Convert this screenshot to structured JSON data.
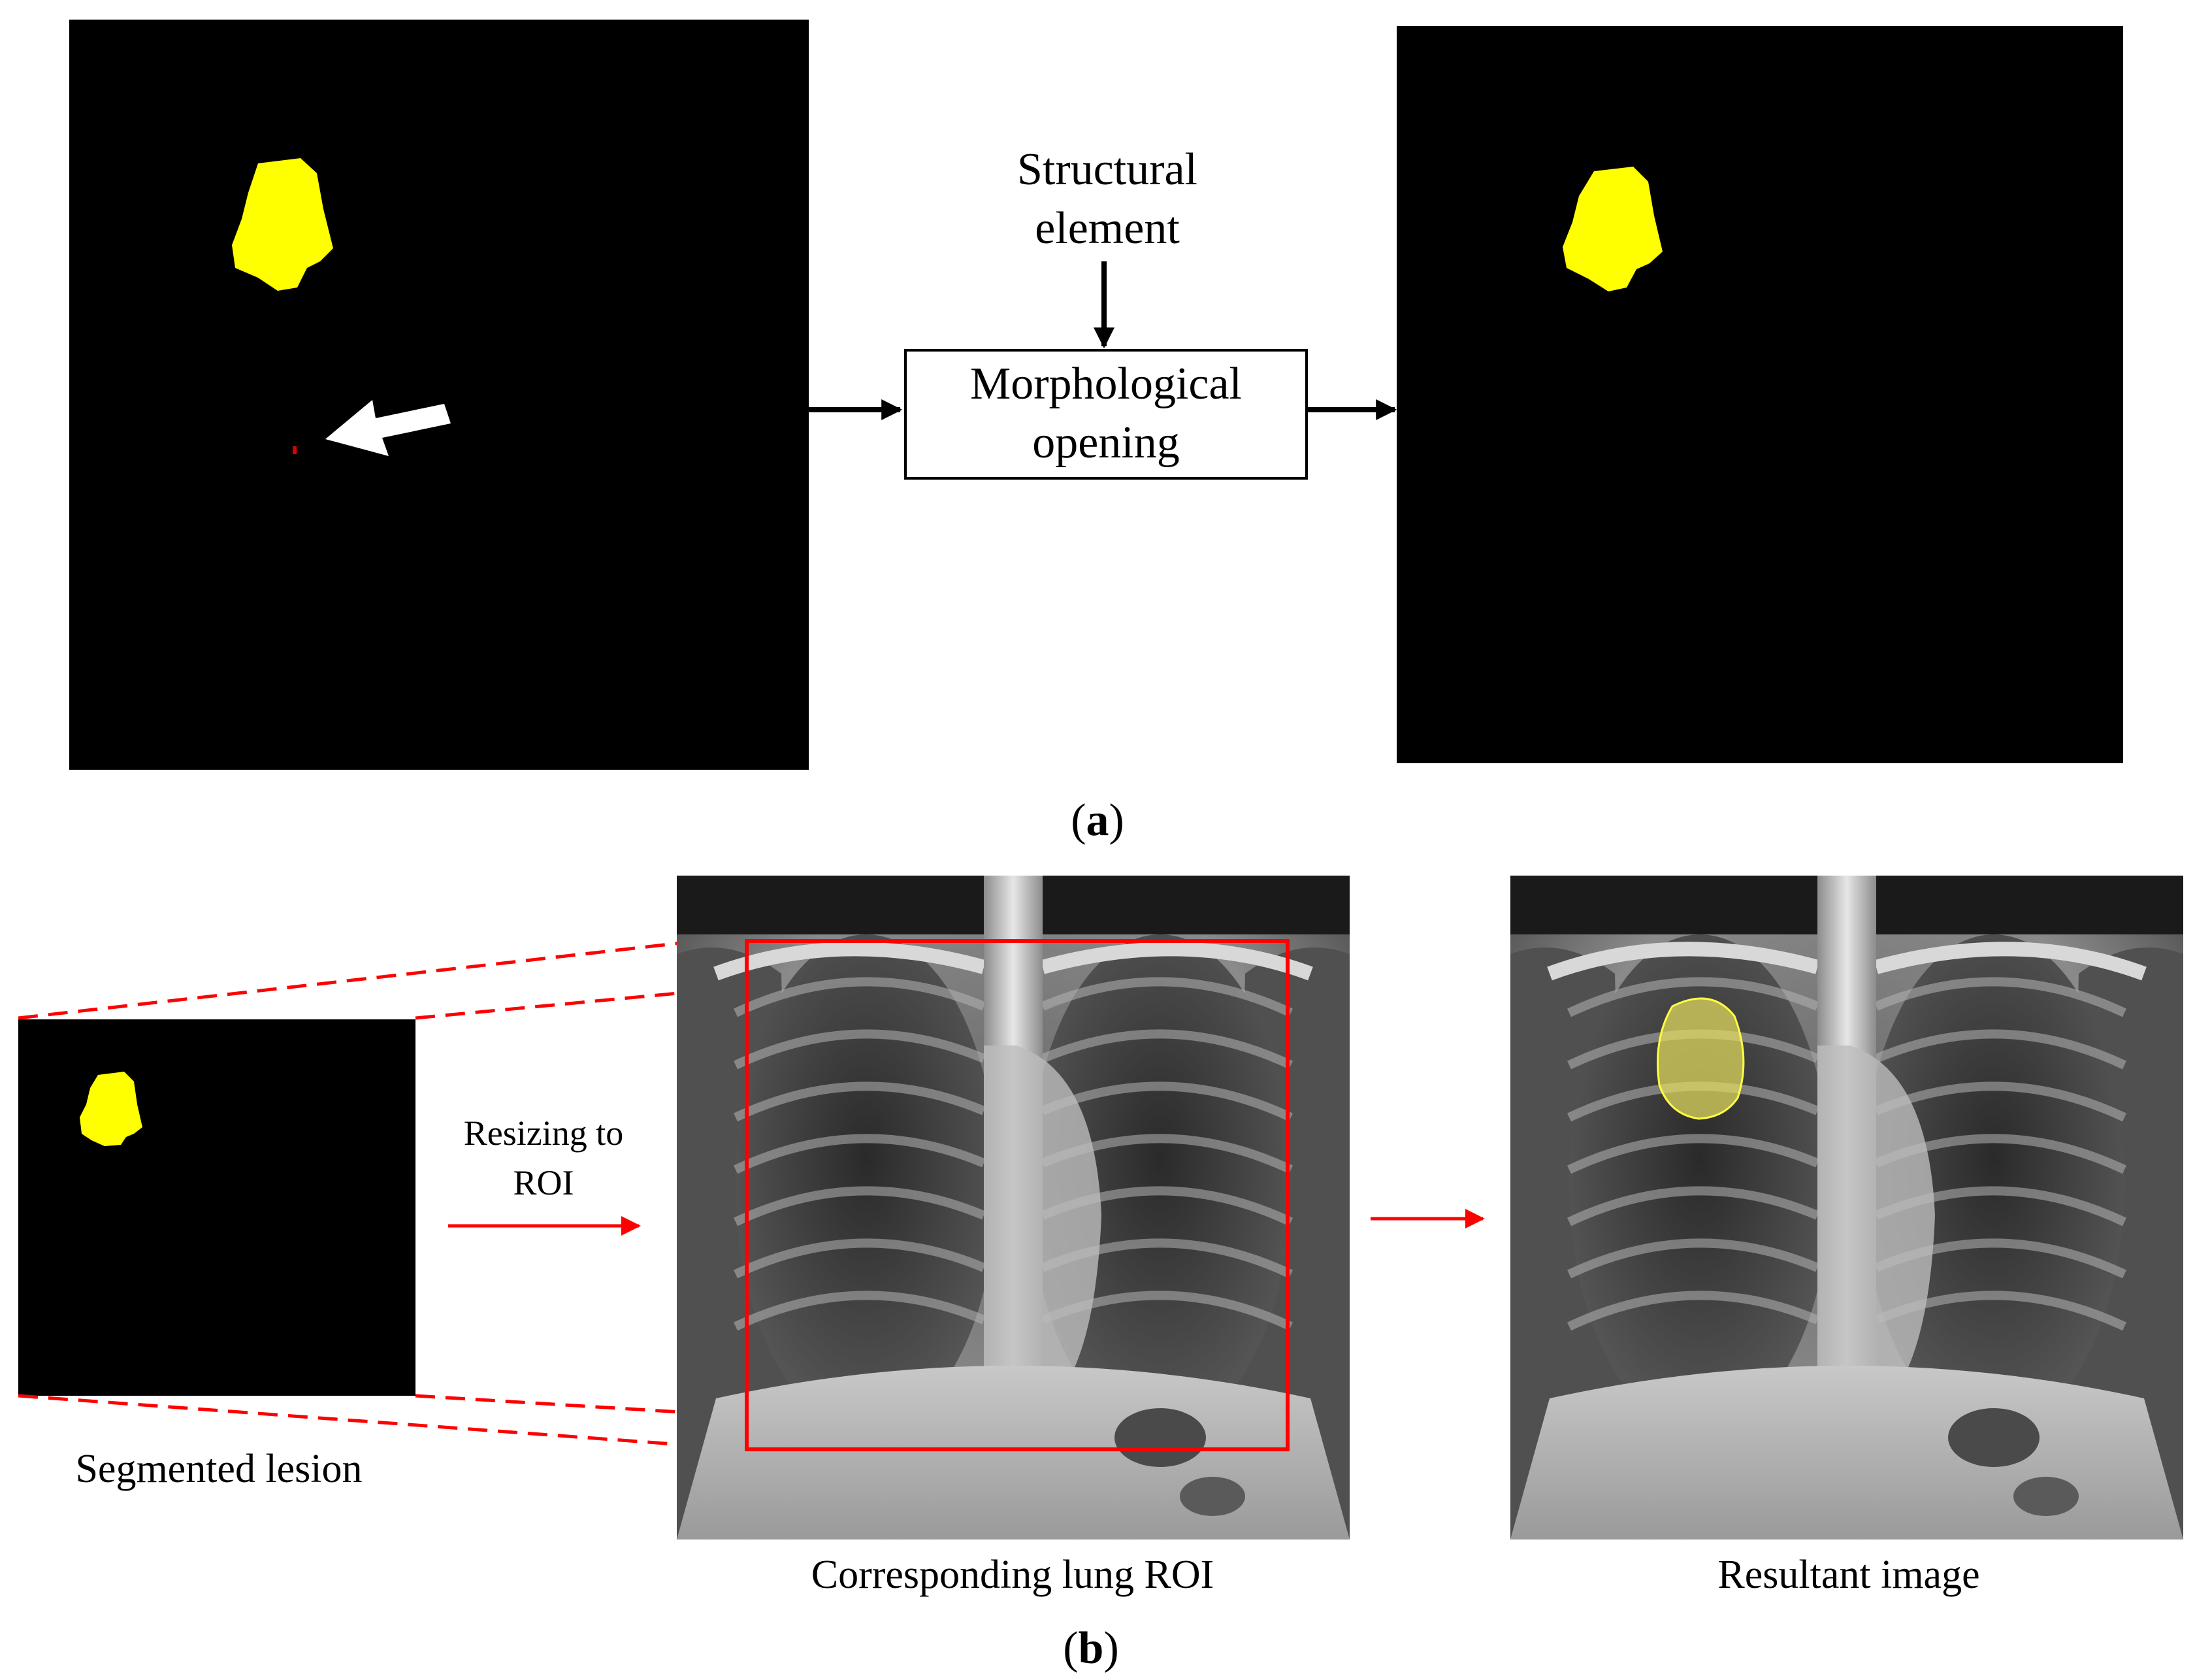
{
  "panel_a": {
    "label_open": "(",
    "label_letter": "a",
    "label_close": ")",
    "input_title": "",
    "structural_element_line1": "Structural",
    "structural_element_line2": "element",
    "process_line1": "Morphological",
    "process_line2": "opening"
  },
  "panel_b": {
    "label_open": "(",
    "label_letter": "b",
    "label_close": ")",
    "segmented_lesion": "Segmented lesion",
    "resize_line1": "Resizing to",
    "resize_line2": "ROI",
    "roi_caption": "Corresponding lung ROI",
    "result_caption": "Resultant image"
  },
  "colors": {
    "lesion": "#ffff00",
    "noise": "#e00000",
    "arrow_red": "#ff0000",
    "mask_bg": "#000000",
    "overlay": "#e8e060"
  }
}
